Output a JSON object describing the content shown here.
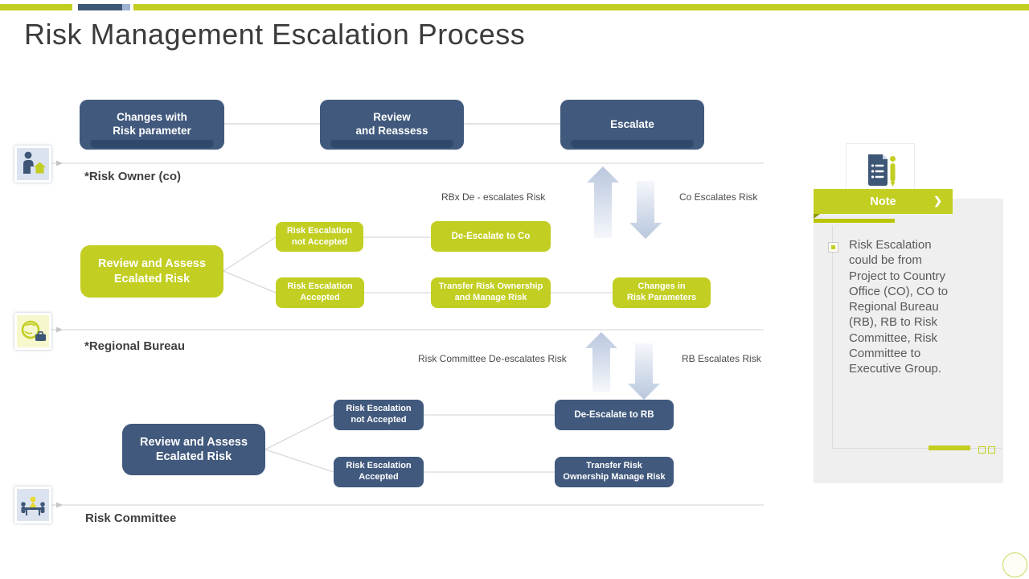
{
  "slide": {
    "title": "Risk Management Escalation Process"
  },
  "colors": {
    "green": "#c2ce21",
    "blue": "#41597d",
    "accent_bar_blue": "#3e5776"
  },
  "top_flow": {
    "step1": "Changes with\nRisk parameter",
    "step2": "Review\nand Reassess",
    "step3": "Escalate"
  },
  "lanes": {
    "risk_owner": {
      "label": "*Risk Owner (co)"
    },
    "regional_bureau": {
      "label": "*Regional Bureau"
    },
    "risk_committee": {
      "label": "Risk Committee"
    }
  },
  "owner_flow": {
    "review": "Review and Assess\nEcalated Risk",
    "not_accepted": "Risk Escalation\nnot Accepted",
    "accepted": "Risk Escalation\nAccepted",
    "de_escalate": "De-Escalate to Co",
    "transfer": "Transfer Risk Ownership\nand Manage Risk",
    "changes": "Changes in\nRisk Parameters"
  },
  "bureau_flow": {
    "review": "Review and Assess\nEcalated Risk",
    "not_accepted": "Risk Escalation\nnot Accepted",
    "accepted": "Risk Escalation\nAccepted",
    "de_escalate": "De-Escalate to RB",
    "transfer": "Transfer Risk\nOwnership Manage Risk"
  },
  "arrow_labels": {
    "rbx_de_escalates": "RBx De - escalates Risk",
    "co_escalates": "Co Escalates Risk",
    "committee_de_escalates": "Risk Committee De-escalates Risk",
    "rb_escalates": "RB Escalates Risk"
  },
  "note": {
    "header": "Note",
    "chevron": "❯",
    "body": "Risk Escalation could be from Project to Country Office (CO), CO to Regional Bureau (RB), RB to Risk Committee, Risk Committee to Executive Group."
  }
}
